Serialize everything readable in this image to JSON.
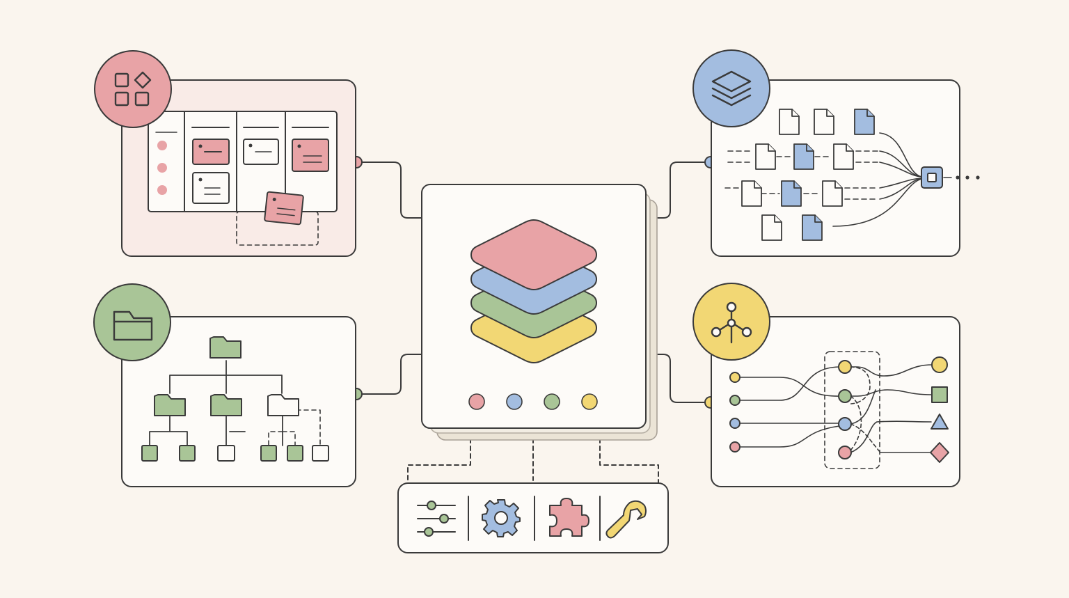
{
  "diagram": {
    "hub": {
      "kind": "stacked-layers",
      "icon": "layers-icon",
      "dots": 4
    },
    "modules": [
      {
        "id": "kanban",
        "icon": "apps-grid-icon",
        "content": "kanban-board"
      },
      {
        "id": "documents",
        "icon": "layers-icon",
        "content": "document-pipeline"
      },
      {
        "id": "folders",
        "icon": "folder-icon",
        "content": "folder-tree"
      },
      {
        "id": "network",
        "icon": "network-nodes-icon",
        "content": "routing-graph"
      }
    ],
    "toolbar": {
      "tools": [
        "sliders-icon",
        "gear-icon",
        "puzzle-piece-icon",
        "wrench-icon"
      ]
    }
  },
  "colors": {
    "background": "#faf5ee",
    "stroke": "#3a3a3a",
    "pink": "#e8a3a6",
    "blue": "#a3bde0",
    "green": "#a9c597",
    "yellow": "#f2d774",
    "pink_tint": "#f9ebe7",
    "paper": "#fdfbf8"
  }
}
